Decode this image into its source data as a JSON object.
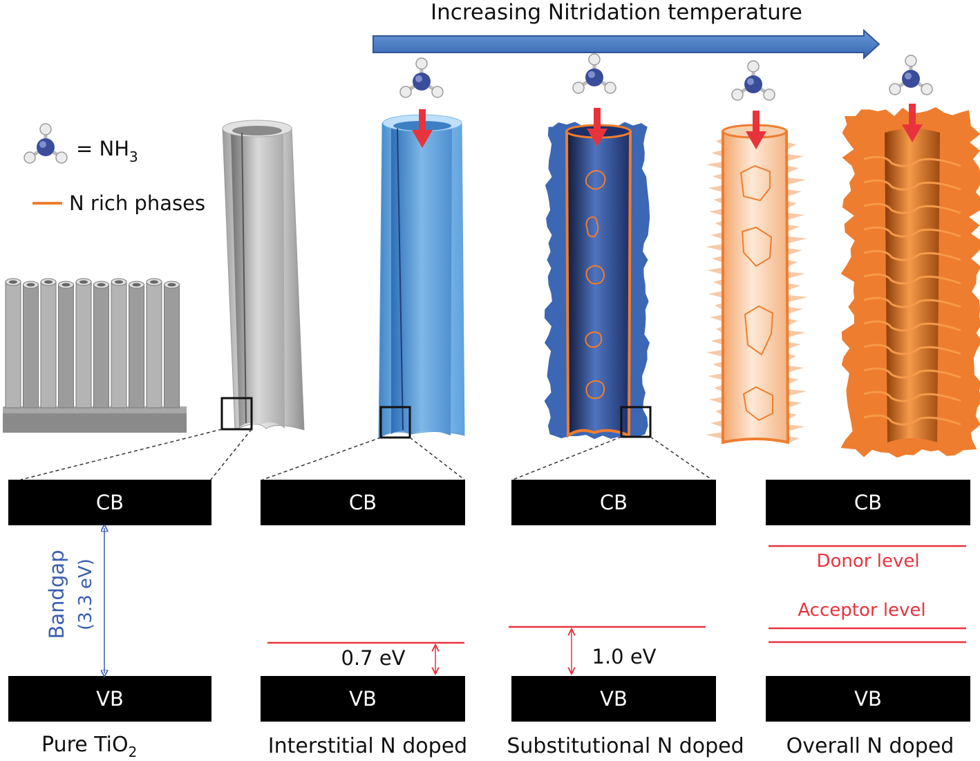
{
  "header": {
    "title": "Increasing Nitridation temperature"
  },
  "legend": {
    "nh3_label": "= NH",
    "nh3_sub": "3",
    "nrich_label": "N rich phases",
    "colors": {
      "nrich": "#ef7d2f",
      "arrow": "#4472c4",
      "nh3_n": "#3a4d9a",
      "nh3_h": "#e8e8e8"
    }
  },
  "panels": [
    {
      "id": "pure",
      "cb": "CB",
      "vb": "VB",
      "bandgap_label": "Bandgap",
      "bandgap_value": "(3.3 eV)",
      "caption_main": "Pure TiO",
      "caption_sub": "2"
    },
    {
      "id": "interstitial",
      "cb": "CB",
      "vb": "VB",
      "gap_value": "0.7 eV",
      "caption_main": "Interstitial N doped"
    },
    {
      "id": "substitutional",
      "cb": "CB",
      "vb": "VB",
      "gap_value": "1.0 eV",
      "caption_main": "Substitutional N doped"
    },
    {
      "id": "overall",
      "cb": "CB",
      "vb": "VB",
      "donor_label": "Donor level",
      "acceptor_label": "Acceptor level",
      "caption_main": "Overall N doped"
    }
  ],
  "colors": {
    "band": "#000000",
    "level_line": "#e8333d",
    "bandgap_arrow": "#3a5fb0",
    "tube_plain": "#d5d5d5",
    "tube_blue": "#8ec6f0",
    "tube_dark": "#2f5aa8",
    "tube_peach": "#f7c9a6",
    "tube_orange": "#ef7d2f"
  }
}
